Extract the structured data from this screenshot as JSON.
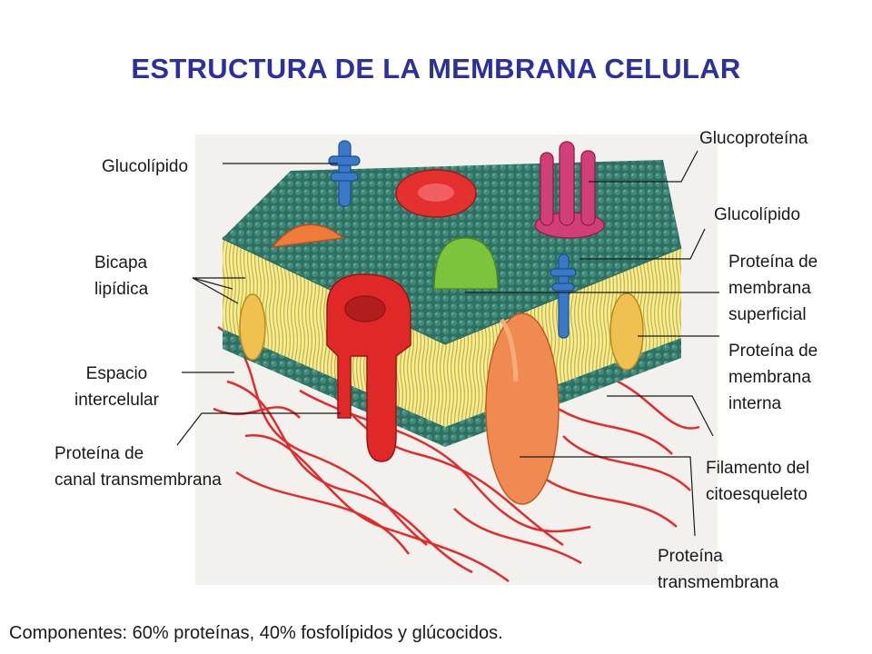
{
  "title": "ESTRUCTURA DE LA MEMBRANA CELULAR",
  "labels": {
    "glucolipido_left": "Glucolípido",
    "bicapa_1": "Bicapa",
    "bicapa_2": "lipídica",
    "espacio_1": "Espacio",
    "espacio_2": "intercelular",
    "canal_1": "Proteína de",
    "canal_2": "canal transmembrana",
    "glucoproteina": "Glucoproteína",
    "glucolipido_right": "Glucolípido",
    "superficial_1": "Proteína de",
    "superficial_2": "membrana",
    "superficial_3": "superficial",
    "interna_1": "Proteína de",
    "interna_2": "membrana",
    "interna_3": "interna",
    "filamento_1": "Filamento del",
    "filamento_2": "citoesqueleto",
    "transmembrana_1": "Proteína",
    "transmembrana_2": "transmembrana"
  },
  "footer": "Componentes: 60% proteínas, 40% fosfolípidos y glúcocidos.",
  "colors": {
    "title": "#2b2fa0",
    "membrane_surface": "#2f6f63",
    "lipid_tails": "#e8d86a",
    "channel_protein": "#e02828",
    "glycoprotein": "#d23f78",
    "glycolipid": "#3a78c8",
    "surface_protein": "#7cc43c",
    "internal_protein": "#f0c050",
    "transmembrane_protein": "#f08a50",
    "cytoskeleton": "#e52a2a"
  }
}
